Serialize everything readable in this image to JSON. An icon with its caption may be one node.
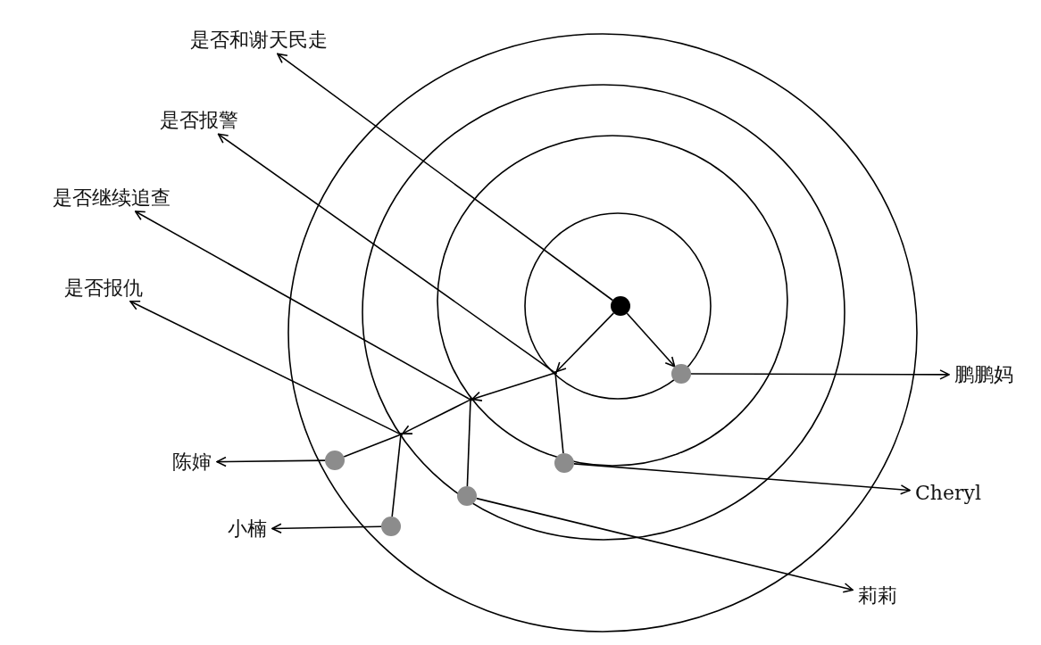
{
  "diagram": {
    "nodes": [
      {
        "text": [
          "是否和谢天民走"
        ]
      },
      {
        "text": [
          "是否报警"
        ]
      },
      {
        "text": [
          "是否继续追查"
        ]
      },
      {
        "text": [
          "是否报仇"
        ]
      },
      {
        "text": [],
        "shape": "circle"
      },
      {
        "text": [],
        "shape": "point"
      },
      {
        "text": [],
        "shape": "point"
      },
      {
        "text": [],
        "shape": "point"
      },
      {
        "text": [],
        "shape": "circle"
      },
      {
        "text": [],
        "shape": "circle"
      },
      {
        "text": [],
        "shape": "circle"
      },
      {
        "text": [],
        "shape": "circle"
      },
      {
        "text": [],
        "shape": "circle"
      },
      {
        "text": [
          "鹏鹏妈"
        ]
      },
      {
        "text": [
          "Cheryl"
        ]
      },
      {
        "text": [
          "莉莉"
        ]
      },
      {
        "text": [
          "陈婶"
        ]
      },
      {
        "text": [
          "小楠"
        ]
      }
    ],
    "edges": [
      {
        "from": 4,
        "to": 0,
        "arrow": "to"
      },
      {
        "from": 4,
        "to": 5,
        "arrow": "to"
      },
      {
        "from": 4,
        "to": 8,
        "arrow": "to"
      },
      {
        "from": 5,
        "to": 1,
        "arrow": "to"
      },
      {
        "from": 5,
        "to": 9,
        "arrow": "none"
      },
      {
        "from": 5,
        "to": 6,
        "arrow": "to"
      },
      {
        "from": 6,
        "to": 2,
        "arrow": "to"
      },
      {
        "from": 6,
        "to": 10,
        "arrow": "none"
      },
      {
        "from": 6,
        "to": 7,
        "arrow": "to"
      },
      {
        "from": 7,
        "to": 3,
        "arrow": "to"
      },
      {
        "from": 7,
        "to": 11,
        "arrow": "none"
      },
      {
        "from": 7,
        "to": 12,
        "arrow": "none"
      },
      {
        "from": 8,
        "to": 13,
        "arrow": "to"
      },
      {
        "from": 9,
        "to": 14,
        "arrow": "to"
      },
      {
        "from": 10,
        "to": 15,
        "arrow": "to"
      },
      {
        "from": 11,
        "to": 16,
        "arrow": "to"
      },
      {
        "from": 12,
        "to": 17,
        "arrow": "to"
      }
    ]
  }
}
